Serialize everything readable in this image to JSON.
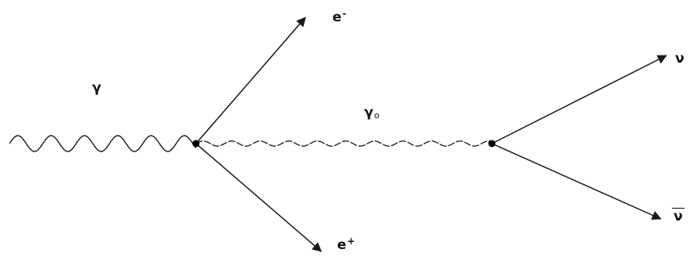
{
  "diagram": {
    "labels": {
      "incoming_photon": "γ",
      "electron_base": "e",
      "electron_sup": "-",
      "positron_base": "e",
      "positron_sup": "+",
      "virtual_photon_base": "γ",
      "virtual_photon_sub": "o",
      "neutrino": "ν",
      "antineutrino": "ν"
    },
    "colors": {
      "line": "#1a1a1a",
      "vertex": "#000000",
      "background": "#ffffff"
    }
  }
}
